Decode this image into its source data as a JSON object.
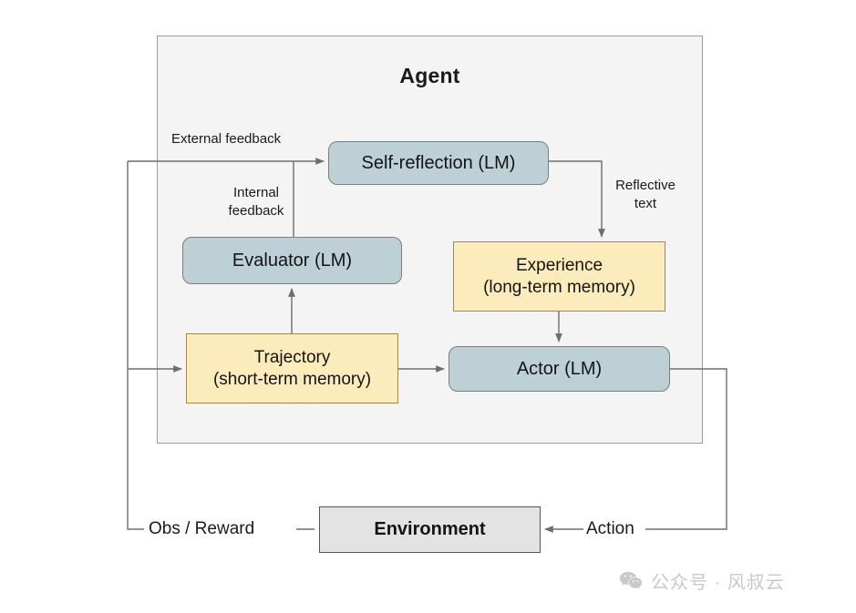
{
  "diagram": {
    "title": "Agent",
    "container": {
      "label": "Agent",
      "name": "agent-container"
    },
    "nodes": {
      "self_reflection": {
        "label": "Self-reflection (LM)",
        "kind": "lm",
        "fill": "#bdd0d6"
      },
      "evaluator": {
        "label": "Evaluator (LM)",
        "kind": "lm",
        "fill": "#bdd0d6"
      },
      "experience": {
        "line1": "Experience",
        "line2": "(long-term memory)",
        "kind": "memory",
        "fill": "#fdecbb"
      },
      "trajectory": {
        "line1": "Trajectory",
        "line2": "(short-term memory)",
        "kind": "memory",
        "fill": "#fdecbb"
      },
      "actor": {
        "label": "Actor (LM)",
        "kind": "lm",
        "fill": "#bdd0d6"
      },
      "environment": {
        "label": "Environment",
        "kind": "environment",
        "fill": "#e3e3e3"
      }
    },
    "edge_labels": {
      "external_feedback": "External feedback",
      "internal_feedback": "Internal\nfeedback",
      "internal_feedback_line1": "Internal",
      "internal_feedback_line2": "feedback",
      "reflective_text_line1": "Reflective",
      "reflective_text_line2": "text",
      "obs_reward": "Obs / Reward",
      "action": "Action"
    },
    "edges": [
      {
        "from": "environment",
        "to": "self-reflection",
        "label": "External feedback"
      },
      {
        "from": "evaluator",
        "to": "self-reflection",
        "label": "Internal feedback"
      },
      {
        "from": "self-reflection",
        "to": "experience",
        "label": "Reflective text"
      },
      {
        "from": "trajectory",
        "to": "evaluator",
        "label": ""
      },
      {
        "from": "experience",
        "to": "actor",
        "label": ""
      },
      {
        "from": "trajectory",
        "to": "actor",
        "label": ""
      },
      {
        "from": "environment",
        "to": "trajectory",
        "label": "Obs / Reward"
      },
      {
        "from": "actor",
        "to": "environment",
        "label": "Action"
      }
    ],
    "colors": {
      "lm_fill": "#bdd0d6",
      "memory_fill": "#fdecbb",
      "environment_fill": "#e3e3e3",
      "agent_fill": "#f4f4f4",
      "wire": "#6e6e6e",
      "text": "#141414"
    }
  },
  "watermark": {
    "icon": "wechat-icon",
    "text": "公众号 · 风叔云"
  }
}
